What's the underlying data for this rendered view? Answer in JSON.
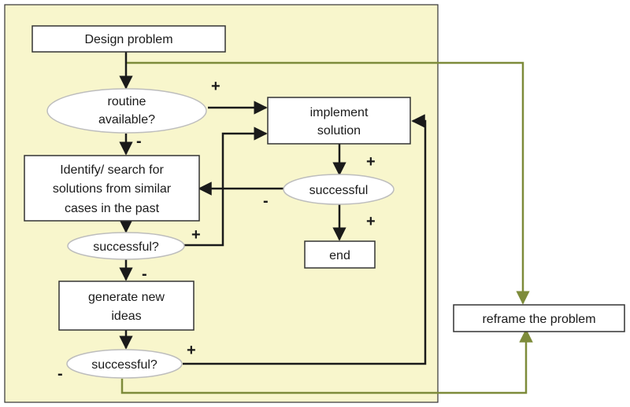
{
  "colors": {
    "panel_fill": "#f8f6cc",
    "panel_stroke": "#333333",
    "box_fill": "#ffffff",
    "ellipse_fill": "#ffffff",
    "ellipse_stroke": "#bdbdbd",
    "arrow_black": "#1a1a1a",
    "arrow_green": "#7d8b3a"
  },
  "nodes": {
    "design_problem": {
      "lines": [
        "Design problem"
      ]
    },
    "routine_available": {
      "lines": [
        "routine",
        "available?"
      ]
    },
    "implement_solution": {
      "lines": [
        "implement",
        "solution"
      ]
    },
    "identify_search": {
      "lines": [
        "Identify/ search for",
        "solutions from similar",
        "cases in the past"
      ]
    },
    "successful_center": {
      "lines": [
        "successful"
      ]
    },
    "successful_1": {
      "lines": [
        "successful?"
      ]
    },
    "end": {
      "lines": [
        "end"
      ]
    },
    "generate_ideas": {
      "lines": [
        "generate new",
        "ideas"
      ]
    },
    "successful_2": {
      "lines": [
        "successful?"
      ]
    },
    "reframe": {
      "lines": [
        "reframe the problem"
      ]
    }
  },
  "signs": {
    "routine_yes": "+",
    "routine_no": "-",
    "center_yes_top": "+",
    "center_no": "-",
    "center_yes_bottom": "+",
    "succ1_yes": "+",
    "succ1_no": "-",
    "succ2_yes": "+",
    "succ2_no": "-"
  }
}
